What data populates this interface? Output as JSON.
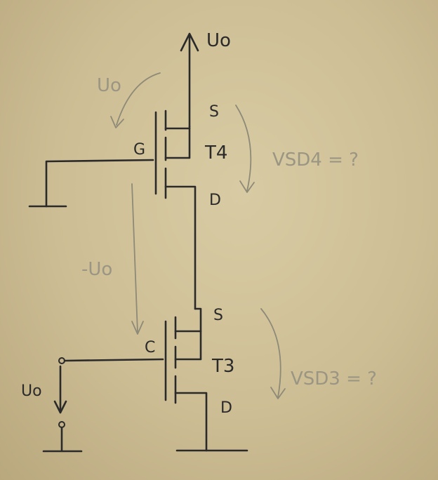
{
  "labels": {
    "vout_top": "Uo",
    "vout_pencil_top": "Uo",
    "t4_source": "S",
    "t4_gate": "G",
    "t4_name": "T4",
    "t4_drain": "D",
    "vsd4_question": "VSD4 = ?",
    "neg_vout": "-Uo",
    "t3_source": "S",
    "t3_gate": "C",
    "t3_name": "T3",
    "t3_drain": "D",
    "vsd3_question": "VSD3 = ?",
    "vin_left": "Uo"
  },
  "colors": {
    "paper": "#d8cba3",
    "ink": "#2b2a2a",
    "pencil": "#9a9683"
  }
}
